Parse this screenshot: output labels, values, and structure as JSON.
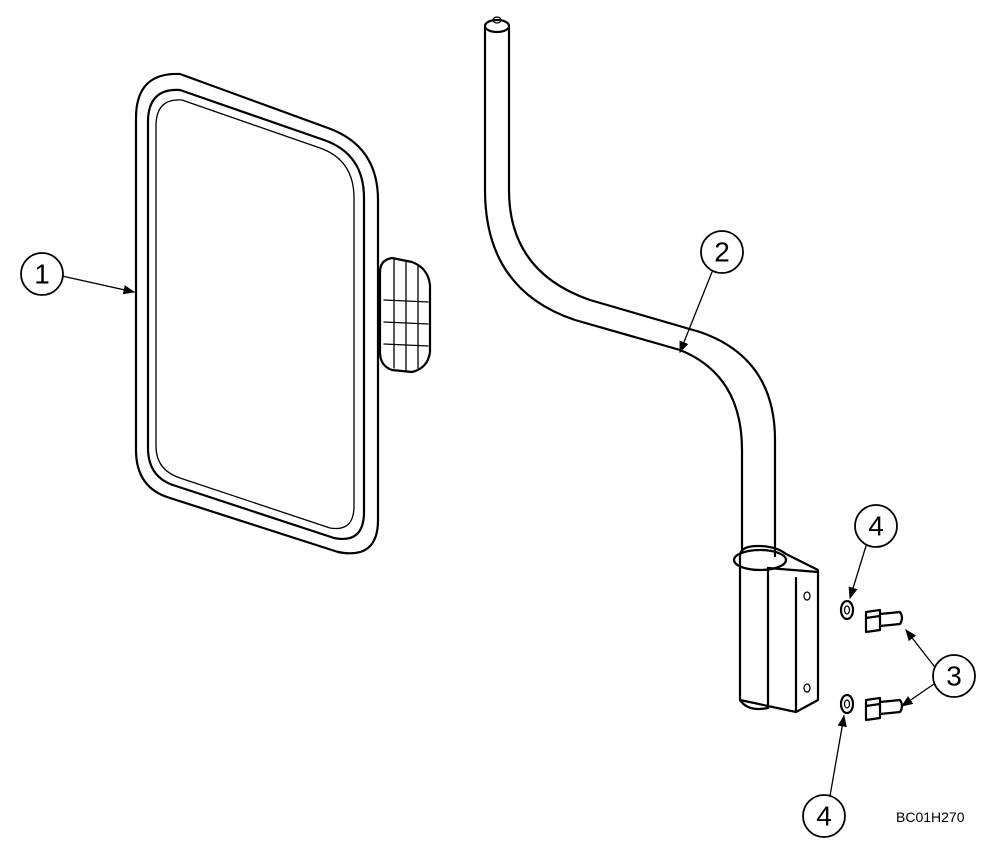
{
  "callouts": {
    "mirror": "1",
    "arm": "2",
    "bolt": "3",
    "washer_upper": "4",
    "washer_lower": "4"
  },
  "figure_code": "BC01H270"
}
